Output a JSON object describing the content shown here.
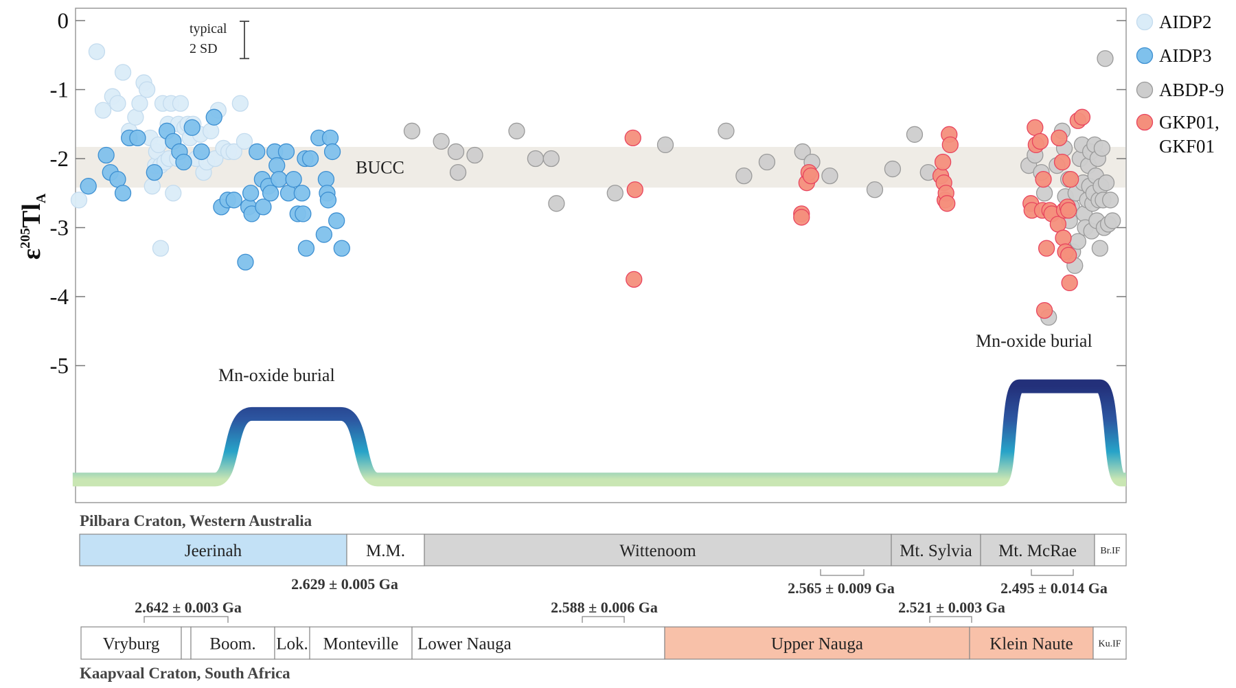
{
  "chart_data": {
    "type": "scatter",
    "title": "",
    "ylabel_base": "ε",
    "ylabel_sup": "205",
    "ylabel_main": "Tl",
    "ylabel_sub": "A",
    "xlabel": "",
    "ylim": [
      -6.6,
      0
    ],
    "xlim": [
      0,
      1000
    ],
    "y_ticks": [
      0,
      -1,
      -2,
      -3,
      -4,
      -5
    ],
    "y_tick_labels": [
      "0",
      "-1",
      "-2",
      "-3",
      "-4",
      "-5"
    ],
    "grid": false,
    "legend_position": "right",
    "bucc": {
      "label": "BUCC",
      "y_range": [
        -1.83,
        -2.42
      ]
    },
    "error_bar": {
      "label_line1": "typical",
      "label_line2": "2 SD",
      "center_y": -0.28,
      "half_width": 0.27
    },
    "mn_oxide_label": "Mn-oxide burial",
    "series": [
      {
        "name": "AIDP2",
        "color": "#daecf8",
        "points": [
          [
            0,
            -2.6
          ],
          [
            17,
            -0.45
          ],
          [
            23,
            -1.3
          ],
          [
            32,
            -1.1
          ],
          [
            37,
            -1.2
          ],
          [
            42,
            -0.75
          ],
          [
            48,
            -1.6
          ],
          [
            50,
            -1.7
          ],
          [
            54,
            -1.4
          ],
          [
            58,
            -1.2
          ],
          [
            62,
            -0.9
          ],
          [
            65,
            -1.0
          ],
          [
            68,
            -1.7
          ],
          [
            70,
            -2.4
          ],
          [
            73,
            -2.1
          ],
          [
            74,
            -1.9
          ],
          [
            76,
            -1.8
          ],
          [
            78,
            -2.1
          ],
          [
            78,
            -3.3
          ],
          [
            80,
            -1.2
          ],
          [
            82,
            -2.05
          ],
          [
            85,
            -1.5
          ],
          [
            86,
            -2.0
          ],
          [
            88,
            -1.2
          ],
          [
            90,
            -2.5
          ],
          [
            94,
            -2.0
          ],
          [
            95,
            -1.5
          ],
          [
            97,
            -1.2
          ],
          [
            101,
            -1.55
          ],
          [
            104,
            -1.5
          ],
          [
            106,
            -1.7
          ],
          [
            109,
            -1.5
          ],
          [
            112,
            -2.0
          ],
          [
            116,
            -1.65
          ],
          [
            119,
            -2.2
          ],
          [
            122,
            -2.05
          ],
          [
            126,
            -1.6
          ],
          [
            130,
            -2.0
          ],
          [
            133,
            -1.3
          ],
          [
            138,
            -1.85
          ],
          [
            143,
            -1.9
          ],
          [
            148,
            -1.9
          ],
          [
            154,
            -1.2
          ],
          [
            158,
            -1.75
          ]
        ]
      },
      {
        "name": "AIDP3",
        "color": "#7fc1ec",
        "points": [
          [
            9,
            -2.4
          ],
          [
            26,
            -1.95
          ],
          [
            30,
            -2.2
          ],
          [
            37,
            -2.3
          ],
          [
            42,
            -2.5
          ],
          [
            48,
            -1.7
          ],
          [
            56,
            -1.7
          ],
          [
            72,
            -2.2
          ],
          [
            84,
            -1.6
          ],
          [
            90,
            -1.75
          ],
          [
            96,
            -1.9
          ],
          [
            100,
            -2.05
          ],
          [
            108,
            -1.55
          ],
          [
            117,
            -1.9
          ],
          [
            129,
            -1.4
          ],
          [
            136,
            -2.7
          ],
          [
            142,
            -2.6
          ],
          [
            148,
            -2.6
          ],
          [
            159,
            -3.5
          ],
          [
            162,
            -2.7
          ],
          [
            164,
            -2.5
          ],
          [
            165,
            -2.8
          ],
          [
            170,
            -1.9
          ],
          [
            175,
            -2.3
          ],
          [
            176,
            -2.7
          ],
          [
            181,
            -2.4
          ],
          [
            183,
            -2.5
          ],
          [
            187,
            -1.9
          ],
          [
            189,
            -2.1
          ],
          [
            191,
            -2.3
          ],
          [
            198,
            -1.9
          ],
          [
            200,
            -2.5
          ],
          [
            205,
            -2.3
          ],
          [
            209,
            -2.8
          ],
          [
            213,
            -2.5
          ],
          [
            214,
            -2.8
          ],
          [
            216,
            -2.0
          ],
          [
            217,
            -3.3
          ],
          [
            221,
            -2.0
          ],
          [
            229,
            -1.7
          ],
          [
            234,
            -3.1
          ],
          [
            236,
            -2.3
          ],
          [
            237,
            -2.5
          ],
          [
            238,
            -2.6
          ],
          [
            240,
            -1.7
          ],
          [
            242,
            -1.9
          ],
          [
            246,
            -2.9
          ],
          [
            251,
            -3.3
          ]
        ]
      },
      {
        "name": "ABDP-9",
        "color": "#cdcdcd",
        "points": [
          [
            318,
            -1.6
          ],
          [
            346,
            -1.75
          ],
          [
            360,
            -1.9
          ],
          [
            362,
            -2.2
          ],
          [
            378,
            -1.95
          ],
          [
            418,
            -1.6
          ],
          [
            436,
            -2.0
          ],
          [
            451,
            -2.0
          ],
          [
            456,
            -2.65
          ],
          [
            512,
            -2.5
          ],
          [
            560,
            -1.8
          ],
          [
            618,
            -1.6
          ],
          [
            635,
            -2.25
          ],
          [
            657,
            -2.05
          ],
          [
            691,
            -1.9
          ],
          [
            700,
            -2.05
          ],
          [
            717,
            -2.25
          ],
          [
            760,
            -2.45
          ],
          [
            777,
            -2.15
          ],
          [
            798,
            -1.65
          ],
          [
            811,
            -2.2
          ],
          [
            907,
            -2.1
          ],
          [
            913,
            -1.95
          ],
          [
            919,
            -2.2
          ],
          [
            922,
            -2.5
          ],
          [
            926,
            -4.3
          ],
          [
            934,
            -2.1
          ],
          [
            939,
            -1.6
          ],
          [
            941,
            -1.85
          ],
          [
            942,
            -2.55
          ],
          [
            945,
            -2.3
          ],
          [
            946,
            -2.9
          ],
          [
            948,
            -2.7
          ],
          [
            949,
            -3.35
          ],
          [
            951,
            -3.55
          ],
          [
            952,
            -2.5
          ],
          [
            954,
            -3.2
          ],
          [
            956,
            -2.0
          ],
          [
            958,
            -1.8
          ],
          [
            959,
            -2.35
          ],
          [
            960,
            -2.8
          ],
          [
            961,
            -3.0
          ],
          [
            963,
            -2.6
          ],
          [
            964,
            -2.1
          ],
          [
            965,
            -2.4
          ],
          [
            966,
            -1.9
          ],
          [
            967,
            -3.05
          ],
          [
            968,
            -2.65
          ],
          [
            969,
            -2.5
          ],
          [
            970,
            -1.8
          ],
          [
            971,
            -2.25
          ],
          [
            972,
            -2.9
          ],
          [
            973,
            -2.0
          ],
          [
            974,
            -2.6
          ],
          [
            975,
            -3.3
          ],
          [
            976,
            -2.4
          ],
          [
            977,
            -1.85
          ],
          [
            978,
            -2.6
          ],
          [
            979,
            -3.0
          ],
          [
            980,
            -0.55
          ],
          [
            981,
            -2.35
          ],
          [
            983,
            -2.95
          ],
          [
            985,
            -2.6
          ],
          [
            987,
            -2.9
          ]
        ]
      },
      {
        "name": "GKP01,\nGKF01",
        "color": "#f48f7c",
        "points": [
          [
            529,
            -1.7
          ],
          [
            531,
            -2.45
          ],
          [
            530,
            -3.75
          ],
          [
            690,
            -2.8
          ],
          [
            690,
            -2.85
          ],
          [
            695,
            -2.35
          ],
          [
            697,
            -2.2
          ],
          [
            699,
            -2.25
          ],
          [
            823,
            -2.25
          ],
          [
            825,
            -2.05
          ],
          [
            826,
            -2.35
          ],
          [
            827,
            -2.6
          ],
          [
            828,
            -2.5
          ],
          [
            829,
            -2.65
          ],
          [
            831,
            -1.65
          ],
          [
            832,
            -1.8
          ],
          [
            909,
            -2.65
          ],
          [
            910,
            -2.75
          ],
          [
            913,
            -1.55
          ],
          [
            914,
            -1.8
          ],
          [
            918,
            -1.75
          ],
          [
            920,
            -2.75
          ],
          [
            921,
            -2.3
          ],
          [
            924,
            -3.3
          ],
          [
            922,
            -4.2
          ],
          [
            927,
            -2.75
          ],
          [
            929,
            -2.8
          ],
          [
            935,
            -2.95
          ],
          [
            936,
            -1.7
          ],
          [
            939,
            -2.05
          ],
          [
            940,
            -3.15
          ],
          [
            941,
            -2.75
          ],
          [
            942,
            -3.35
          ],
          [
            944,
            -2.7
          ],
          [
            945,
            -2.75
          ],
          [
            945,
            -3.4
          ],
          [
            946,
            -3.8
          ],
          [
            947,
            -2.3
          ],
          [
            954,
            -1.45
          ],
          [
            958,
            -1.4
          ]
        ]
      }
    ],
    "mn_oxide_curve": {
      "baseline": -6.65,
      "peaks": [
        {
          "label": "Mn-oxide burial",
          "rise_start": 130,
          "plateau_start": 165,
          "plateau_end": 250,
          "fall_end": 285,
          "top": -5.7
        },
        {
          "label": "Mn-oxide burial",
          "rise_start": 880,
          "plateau_start": 898,
          "plateau_end": 975,
          "fall_end": 995,
          "top": -5.3
        }
      ]
    }
  },
  "stratigraphy": {
    "pilbara": {
      "title": "Pilbara Craton, Western Australia",
      "units": [
        {
          "label": "Jeerinah",
          "color": "#c3e1f6"
        },
        {
          "label": "M.M.",
          "color": "#ffffff"
        },
        {
          "label": "Wittenoom",
          "color": "#d5d5d5"
        },
        {
          "label": "Mt. Sylvia",
          "color": "#d5d5d5"
        },
        {
          "label": "Mt. McRae",
          "color": "#d5d5d5"
        },
        {
          "label": "Br.IF",
          "color": "#ffffff"
        }
      ],
      "ages": [
        "2.629 ± 0.005 Ga",
        "2.565 ± 0.009 Ga",
        "2.495 ± 0.014 Ga"
      ]
    },
    "kaapvaal": {
      "title": "Kaapvaal Craton, South Africa",
      "units": [
        {
          "label": "Vryburg",
          "color": "#ffffff"
        },
        {
          "label": "",
          "color": "#ffffff"
        },
        {
          "label": "Boom.",
          "color": "#ffffff"
        },
        {
          "label": "Lok.",
          "color": "#ffffff"
        },
        {
          "label": "Monteville",
          "color": "#ffffff"
        },
        {
          "label": "Lower Nauga",
          "color": "#ffffff"
        },
        {
          "label": "Upper Nauga",
          "color": "#f8c1a9"
        },
        {
          "label": "Klein Naute",
          "color": "#f8c1a9"
        },
        {
          "label": "Ku.IF",
          "color": "#ffffff"
        }
      ],
      "ages": [
        "2.642 ± 0.003 Ga",
        "2.588 ± 0.006 Ga",
        "2.521 ± 0.003 Ga"
      ]
    }
  }
}
